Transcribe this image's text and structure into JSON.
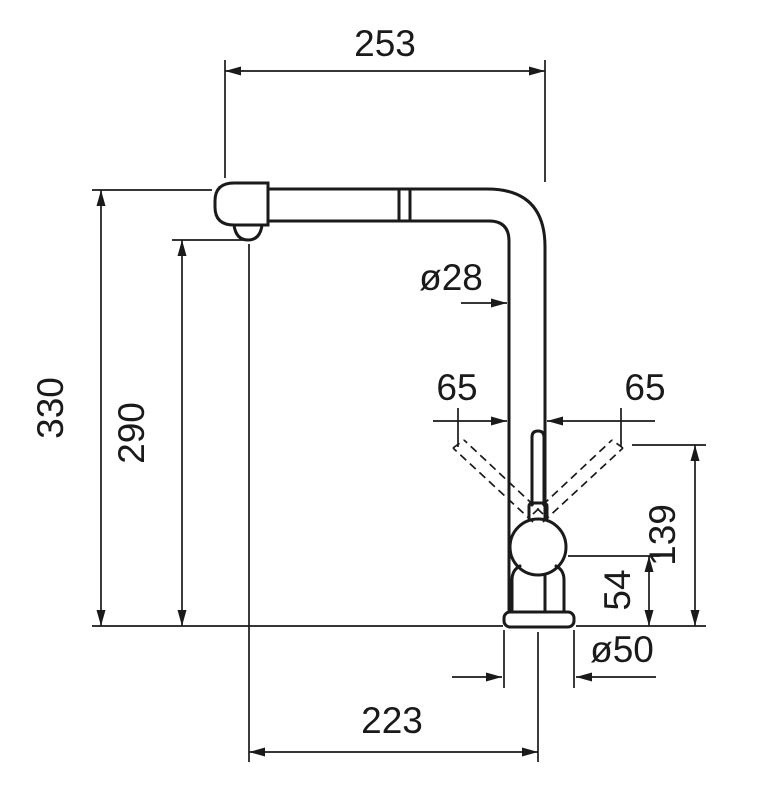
{
  "drawing": {
    "type": "technical-dimension-drawing",
    "subject": "kitchen faucet side view with pull-out spray head",
    "line_color": "#1a1a1a",
    "background_color": "#ffffff",
    "labels": {
      "spout_width_top": "253",
      "total_height": "330",
      "spout_height": "290",
      "pipe_diameter": "ø28",
      "handle_swing_left": "65",
      "handle_swing_right": "65",
      "handle_top_to_base": "139",
      "ball_center_to_base": "54",
      "base_diameter": "ø50",
      "spout_reach_bottom": "223"
    }
  }
}
